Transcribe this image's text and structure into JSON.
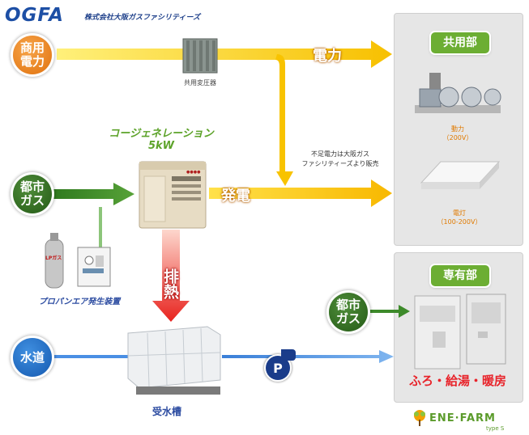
{
  "header": {
    "logo": "OGFA",
    "company": "株式会社大阪ガスファシリティーズ"
  },
  "sources": {
    "commercial_power": [
      "商用",
      "電力"
    ],
    "city_gas_left": [
      "都市",
      "ガス"
    ],
    "water": "水道",
    "city_gas_right": [
      "都市",
      "ガス"
    ]
  },
  "transformer": {
    "label": "共用変圧器"
  },
  "flows": {
    "power": "電力",
    "generation": "発電",
    "exhaust_heat": "排熱"
  },
  "cogeneration": {
    "title": "コージェネレーション",
    "capacity": "5kW"
  },
  "note": [
    "不足電力は大阪ガス",
    "ファシリティーズより販売"
  ],
  "propane": {
    "label": "プロパンエア発生装置",
    "cylinder_text": "LPガス"
  },
  "pump": {
    "symbol": "P"
  },
  "tank": {
    "label": "受水槽"
  },
  "common_area": {
    "title": "共用部",
    "motor": {
      "name": "動力",
      "spec": "（200V）"
    },
    "light": {
      "name": "電灯",
      "spec": "（100-200V）"
    }
  },
  "private_area": {
    "title": "専有部",
    "uses": "ふろ・給湯・暖房"
  },
  "brand": {
    "name": "ENE·FARM",
    "type": "type S"
  },
  "colors": {
    "power_yellow": "#f9d400",
    "gas_green": "#3d8a2a",
    "water_blue": "#4a8fe4",
    "heat_red": "#e8231e",
    "tag_green": "#6cae33"
  }
}
